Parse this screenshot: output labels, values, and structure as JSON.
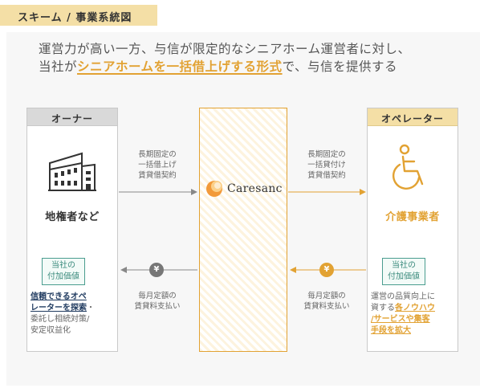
{
  "header": {
    "tag": "スキーム / 事業系統図"
  },
  "intro": {
    "line1": "運営力が高い一方、与信が限定的なシニアホーム運営者に対し、",
    "line2_pre": "当社が",
    "line2_highlight": "シニアホームを一括借上げする形式",
    "line2_post": "で、与信を提供する"
  },
  "owner": {
    "header": "オーナー",
    "name": "地権者など",
    "value_label_1": "当社の",
    "value_label_2": "付加価値",
    "desc_strong_1": "信頼できるオペ",
    "desc_strong_2": "レーターを探索",
    "desc_rest_1": "・",
    "desc_rest_2": "委託し相続対策/",
    "desc_rest_3": "安定収益化"
  },
  "center": {
    "logo": "Caresanc"
  },
  "operator": {
    "header": "オペレーター",
    "name": "介護事業者",
    "value_label_1": "当社の",
    "value_label_2": "付加価値",
    "desc_1": "運営の品質向上に",
    "desc_2_pre": "資する",
    "desc_2_strong": "各ノウハウ",
    "desc_3": "/サービスや集客",
    "desc_4": "手段を拡大"
  },
  "flows": {
    "owner_lease_1": "長期固定の",
    "owner_lease_2": "一括借上げ",
    "owner_lease_3": "賃貸借契約",
    "operator_lease_1": "長期固定の",
    "operator_lease_2": "一括貸付け",
    "operator_lease_3": "賃貸借契約",
    "owner_rent_1": "毎月定額の",
    "owner_rent_2": "賃貸料支払い",
    "operator_rent_1": "毎月定額の",
    "operator_rent_2": "賃貸料支払い",
    "yen": "¥"
  },
  "icons": {
    "owner": "building-icon",
    "operator": "wheelchair-icon",
    "logo": "caresanc-logo-icon"
  },
  "colors": {
    "accent": "#e2a233",
    "tag_bg": "#f4dfa6",
    "teal": "#4a9d8f",
    "gray_head": "#d9d9d9"
  }
}
